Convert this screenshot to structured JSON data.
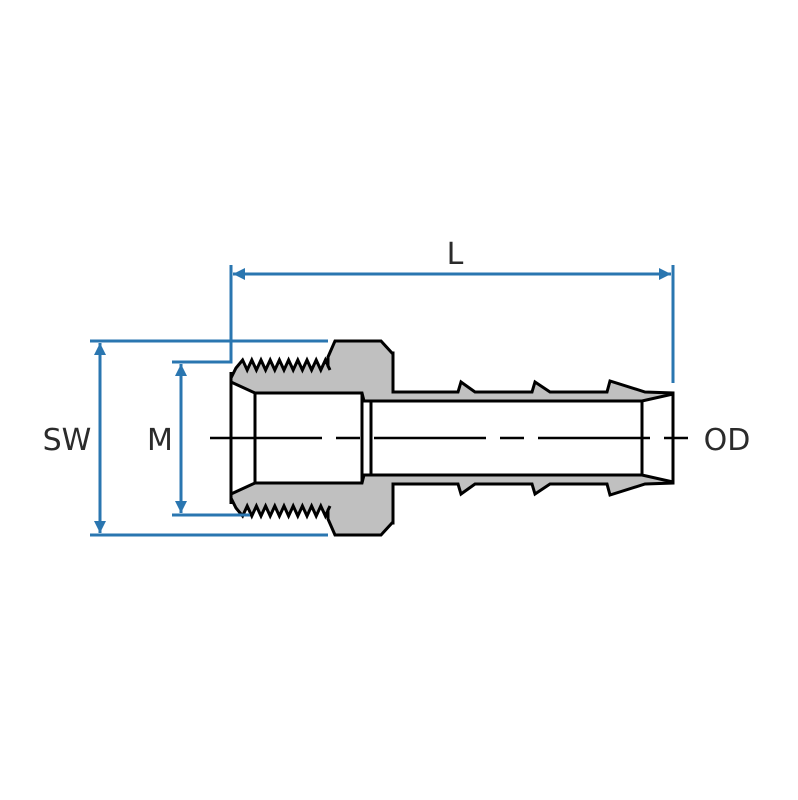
{
  "labels": {
    "length": "L",
    "wrench_size": "SW",
    "thread": "M",
    "outer_diameter": "OD"
  },
  "colors": {
    "dimension": "#2a76b0",
    "body": "#c0c0c0",
    "outline": "#000000"
  }
}
